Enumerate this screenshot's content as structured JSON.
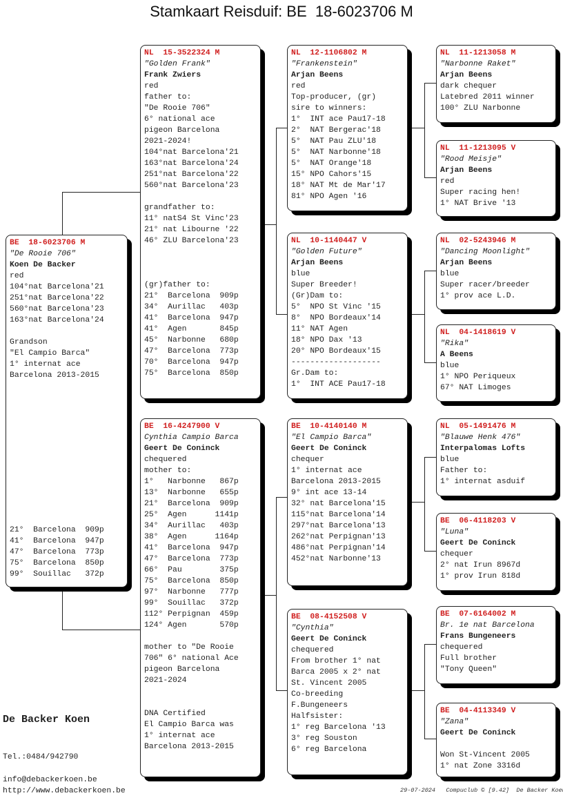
{
  "title": "Stamkaart Reisduif: BE  18-6023706 M",
  "boxes": {
    "subject": {
      "ring": "BE  18-6023706 M",
      "name": "\"De Rooie 706\"",
      "breeder": "Koen De Backer",
      "lines": [
        "red",
        "104°nat Barcelona'21",
        "251°nat Barcelona'22",
        "560°nat Barcelona'23",
        "163°nat Barcelona'24",
        "",
        "Grandson",
        "\"El Campio Barca\"",
        "1° internat ace",
        "Barcelona 2013-2015",
        "",
        "",
        "",
        "",
        "",
        "",
        "",
        "",
        "",
        "",
        "",
        "",
        "",
        "21°  Barcelona  909p",
        "41°  Barcelona  947p",
        "47°  Barcelona  773p",
        "75°  Barcelona  850p",
        "99°  Souillac   372p"
      ]
    },
    "sire": {
      "ring": "NL  15-3522324 M",
      "name": "\"Golden Frank\"",
      "breeder": "Frank Zwiers",
      "lines": [
        "red",
        "father to:",
        "\"De Rooie 706\"",
        "6° national ace",
        "pigeon Barcelona",
        "2021-2024!",
        "104°nat Barcelona'21",
        "163°nat Barcelona'24",
        "251°nat Barcelona'22",
        "560°nat Barcelona'23",
        "",
        "grandfather to:",
        "11° natS4 St Vinc'23",
        "21° nat Libourne '22",
        "46° ZLU Barcelona'23",
        "",
        "",
        "",
        "(gr)father to:",
        "21°  Barcelona  909p",
        "34°  Aurillac   403p",
        "41°  Barcelona  947p",
        "41°  Agen       845p",
        "45°  Narbonne   680p",
        "47°  Barcelona  773p",
        "70°  Barcelona  947p",
        "75°  Barcelona  850p"
      ]
    },
    "dam": {
      "ring": "BE  16-4247900 V",
      "name": "Cynthia Campio Barca",
      "breeder": "Geert De Coninck",
      "lines": [
        "chequered",
        "mother to:",
        "1°   Narbonne   867p",
        "13°  Narbonne   655p",
        "21°  Barcelona  909p",
        "25°  Agen      1141p",
        "34°  Aurillac   403p",
        "38°  Agen      1164p",
        "41°  Barcelona  947p",
        "47°  Barcelona  773p",
        "66°  Pau        375p",
        "75°  Barcelona  850p",
        "97°  Narbonne   777p",
        "99°  Souillac   372p",
        "112° Perpignan  459p",
        "124° Agen       570p",
        "",
        "mother to \"De Rooie",
        "706\" 6° national Ace",
        "pigeon Barcelona",
        "2021-2024",
        "",
        "",
        "DNA Certified",
        "El Campio Barca was",
        "1° internat ace",
        "Barcelona 2013-2015"
      ]
    },
    "gs1": {
      "ring": "NL  12-1106802 M",
      "name": "\"Frankenstein\"",
      "breeder": "Arjan Beens",
      "lines": [
        "red",
        "Top-producer, (gr)",
        "sire to winners:",
        "1°  INT ace Pau17-18",
        "2°  NAT Bergerac'18",
        "5°  NAT Pau ZLU'18",
        "5°  NAT Narbonne'18",
        "5°  NAT Orange'18",
        "15° NPO Cahors'15",
        "18° NAT Mt de Mar'17",
        "81° NPO Agen '16"
      ]
    },
    "gd1": {
      "ring": "NL  10-1140447 V",
      "name": "\"Golden Future\"",
      "breeder": "Arjan Beens",
      "lines": [
        "blue",
        "Super Breeder!",
        "(Gr)Dam to:",
        "5°  NPO St Vinc '15",
        "8°  NPO Bordeaux'14",
        "11° NAT Agen",
        "18° NPO Dax '13",
        "20° NPO Bordeaux'15",
        "-------------------",
        "Gr.Dam to:",
        "1°  INT ACE Pau17-18"
      ]
    },
    "gs2": {
      "ring": "BE  10-4140140 M",
      "name": "\"El Campio Barca\"",
      "breeder": "Geert De Coninck",
      "lines": [
        "chequer",
        "1° internat ace",
        "Barcelona 2013-2015",
        "9° int ace 13-14",
        "32° nat Barcelona'15",
        "115°nat Barcelona'14",
        "297°nat Barcelona'13",
        "262°nat Perpignan'13",
        "486°nat Perpignan'14",
        "452°nat Narbonne'13"
      ]
    },
    "gd2": {
      "ring": "BE  08-4152508 V",
      "name": "\"Cynthia\"",
      "breeder": "Geert De Coninck",
      "lines": [
        "chequered",
        "From brother 1° nat",
        "Barca 2005 x 2° nat",
        "St. Vincent 2005",
        "Co-breeding",
        "F.Bungeneers",
        "Halfsister:",
        "1° reg Barcelona '13",
        "3° reg Souston",
        "6° reg Barcelona"
      ]
    },
    "g1": {
      "ring": "NL  11-1213058 M",
      "name": "\"Narbonne Raket\"",
      "breeder": "Arjan Beens",
      "lines": [
        "dark chequer",
        "Latebred 2011 winner",
        "100° ZLU Narbonne"
      ]
    },
    "g2": {
      "ring": "NL  11-1213095 V",
      "name": "\"Rood Meisje\"",
      "breeder": "Arjan Beens",
      "lines": [
        "red",
        "Super racing hen!",
        "1° NAT Brive '13"
      ]
    },
    "g3": {
      "ring": "NL  02-5243946 M",
      "name": "\"Dancing Moonlight\"",
      "breeder": "Arjan Beens",
      "lines": [
        "blue",
        "Super racer/breeder",
        "1° prov ace L.D."
      ]
    },
    "g4": {
      "ring": "NL  04-1418619 V",
      "name": "\"Rika\"",
      "breeder": "A Beens",
      "lines": [
        "blue",
        "1° NPO Periqueux",
        "67° NAT Limoges"
      ]
    },
    "g5": {
      "ring": "NL  05-1491476 M",
      "name": "\"Blauwe Henk 476\"",
      "breeder": "Interpalomas Lofts",
      "lines": [
        "blue",
        "Father to:",
        "1° internat asduif"
      ]
    },
    "g6": {
      "ring": "BE  06-4118203 V",
      "name": "\"Luna\"",
      "breeder": "Geert De Coninck",
      "lines": [
        "chequer",
        "2° nat Irun 8967d",
        "1° prov Irun 818d"
      ]
    },
    "g7": {
      "ring": "BE  07-6164002 M",
      "name": "Br. 1e nat Barcelona",
      "breeder": "Frans Bungeneers",
      "lines": [
        "chequered",
        "Full brother",
        "\"Tony Queen\""
      ]
    },
    "g8": {
      "ring": "BE  04-4113349 V",
      "name": "\"Zana\"",
      "breeder": "Geert De Coninck",
      "lines": [
        "",
        "Won St-Vincent 2005",
        "1° nat Zone 3316d"
      ]
    }
  },
  "footer": {
    "owner": "De Backer Koen",
    "tel": "Tel.:0484/942790",
    "email": "info@debackerkoen.be",
    "web": "http://www.debackerkoen.be",
    "date": "29-07-2024",
    "software": "Compuclub © [9.42]",
    "printed_by": "De Backer Koen"
  }
}
